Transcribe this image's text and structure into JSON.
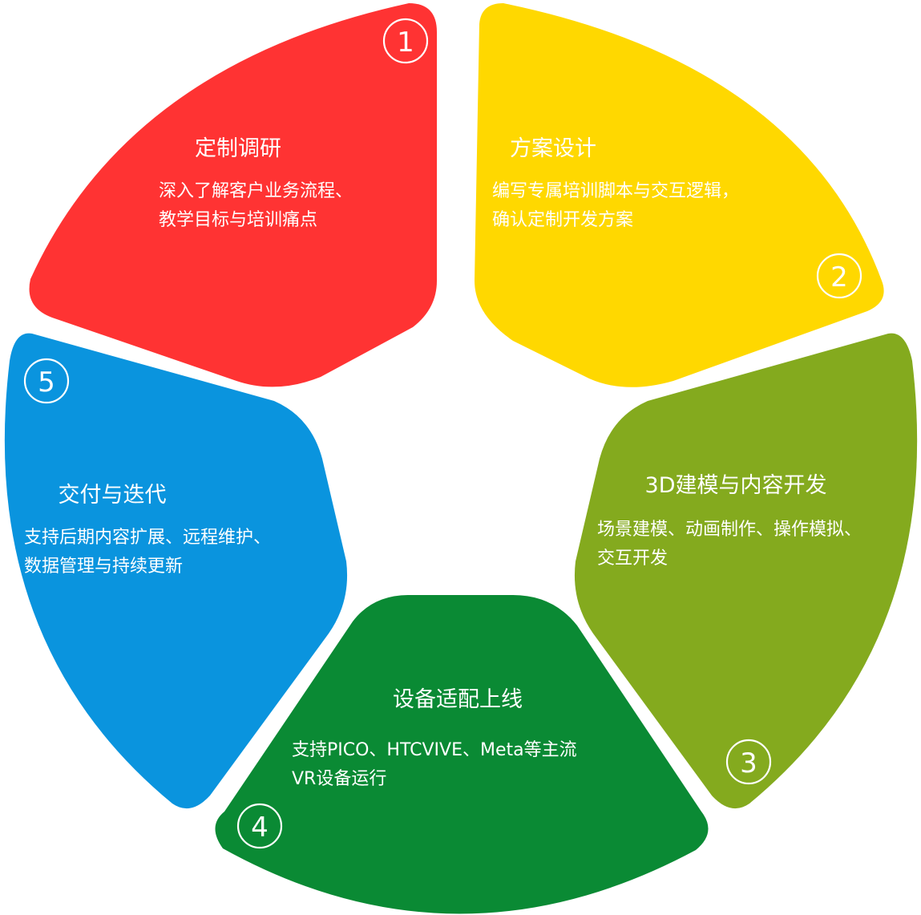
{
  "colors": {
    "segment1": "#ff3333",
    "segment2": "#ffd800",
    "segment3": "#84aa1e",
    "segment4": "#0a8a34",
    "segment5": "#0a94de",
    "text": "#ffffff"
  },
  "segments": [
    {
      "number": "1",
      "title": "定制调研",
      "desc_line1": "深入了解客户业务流程、",
      "desc_line2": "教学目标与培训痛点"
    },
    {
      "number": "2",
      "title": "方案设计",
      "desc_line1": "编写专属培训脚本与交互逻辑，",
      "desc_line2": "确认定制开发方案"
    },
    {
      "number": "3",
      "title": "3D建模与内容开发",
      "desc_line1": "场景建模、动画制作、操作模拟、",
      "desc_line2": "交互开发"
    },
    {
      "number": "4",
      "title": "设备适配上线",
      "desc_line1": "支持PICO、HTCVIVE、Meta等主流",
      "desc_line2": "VR设备运行"
    },
    {
      "number": "5",
      "title": "交付与迭代",
      "desc_line1": "支持后期内容扩展、远程维护、",
      "desc_line2": "数据管理与持续更新"
    }
  ]
}
